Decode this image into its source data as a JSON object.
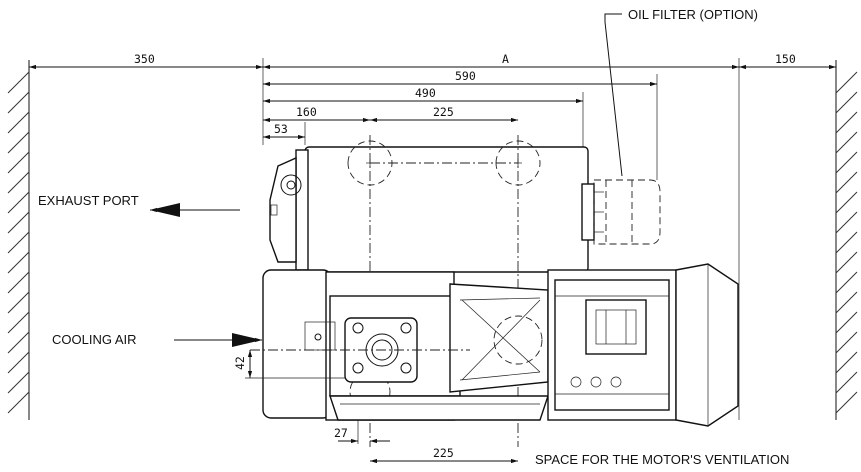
{
  "labels": {
    "oil_filter": "OIL FILTER (OPTION)",
    "exhaust_port": "EXHAUST PORT",
    "cooling_air": "COOLING AIR",
    "motor_ventilation": "SPACE FOR THE MOTOR'S VENTILATION"
  },
  "dimensions": {
    "clearance_left": "350",
    "overall_length": "A",
    "clearance_right": "150",
    "length_590": "590",
    "length_490": "490",
    "length_160": "160",
    "length_225_top": "225",
    "length_53": "53",
    "height_42": "42",
    "length_27": "27",
    "length_225_bottom": "225"
  }
}
